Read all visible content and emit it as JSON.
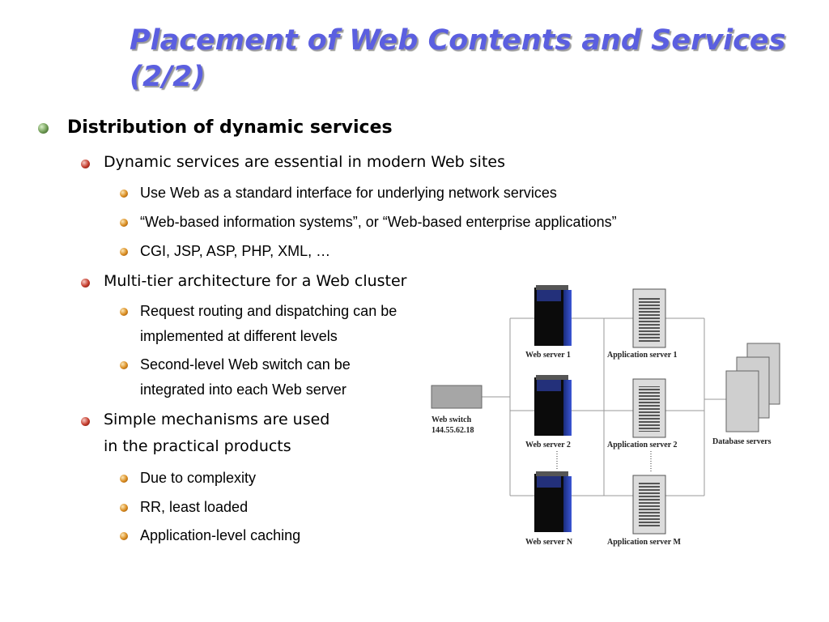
{
  "slide": {
    "title": "Placement of Web Contents and Services (2/2)",
    "bullets": {
      "b1": "Distribution of dynamic services",
      "b2a": "Dynamic services are essential in modern Web sites",
      "b3a": "Use Web as a standard interface for underlying network services",
      "b3b": "“Web-based information systems”, or “Web-based enterprise applications”",
      "b3c": "CGI, JSP, ASP, PHP, XML, …",
      "b2b": "Multi-tier architecture for a Web cluster",
      "b3d_line1": "Request routing and dispatching can be",
      "b3d_line2": "implemented at different levels",
      "b3e_line1": "Second-level Web switch can be",
      "b3e_line2": "integrated into each Web server",
      "b2c_line1": "Simple mechanisms are used",
      "b2c_line2": "in the practical products",
      "b3f": "Due to complexity",
      "b3g": "RR, least loaded",
      "b3h": "Application-level caching"
    }
  },
  "diagram": {
    "web_switch_label": "Web switch",
    "web_switch_ip": "144.55.62.18",
    "web_server_1": "Web server 1",
    "web_server_2": "Web server 2",
    "web_server_n": "Web server N",
    "app_server_1": "Application server 1",
    "app_server_2": "Application server 2",
    "app_server_m": "Application server M",
    "database_servers": "Database servers"
  }
}
